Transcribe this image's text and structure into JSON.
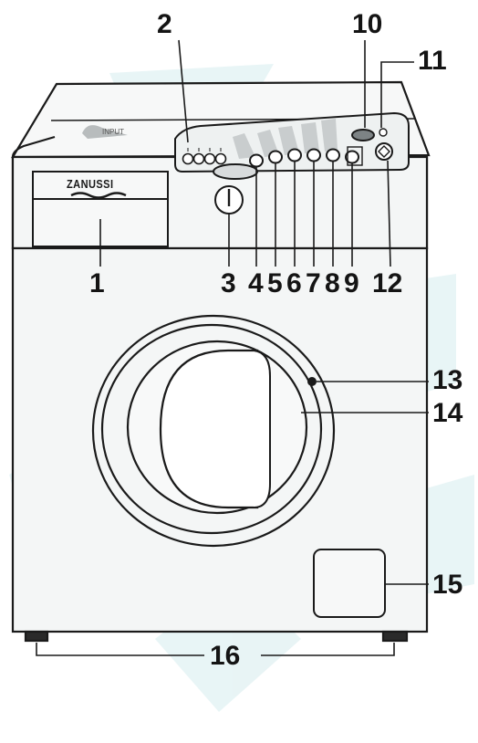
{
  "brand_logo": "ZANUSSI",
  "model_badge": "INPUT",
  "callouts": [
    {
      "id": "1",
      "label": "1"
    },
    {
      "id": "2",
      "label": "2"
    },
    {
      "id": "3",
      "label": "3"
    },
    {
      "id": "4",
      "label": "4"
    },
    {
      "id": "5",
      "label": "5"
    },
    {
      "id": "6",
      "label": "6"
    },
    {
      "id": "7",
      "label": "7"
    },
    {
      "id": "8",
      "label": "8"
    },
    {
      "id": "9",
      "label": "9"
    },
    {
      "id": "10",
      "label": "10"
    },
    {
      "id": "11",
      "label": "11"
    },
    {
      "id": "12",
      "label": "12"
    },
    {
      "id": "13",
      "label": "13"
    },
    {
      "id": "14",
      "label": "14"
    },
    {
      "id": "15",
      "label": "15"
    },
    {
      "id": "16",
      "label": "16"
    }
  ],
  "colors": {
    "line": "#1a1a1a",
    "body_fill": "#f4f6f6",
    "panel_fill": "#eef1f1",
    "watermark": "#bfe0e3"
  }
}
